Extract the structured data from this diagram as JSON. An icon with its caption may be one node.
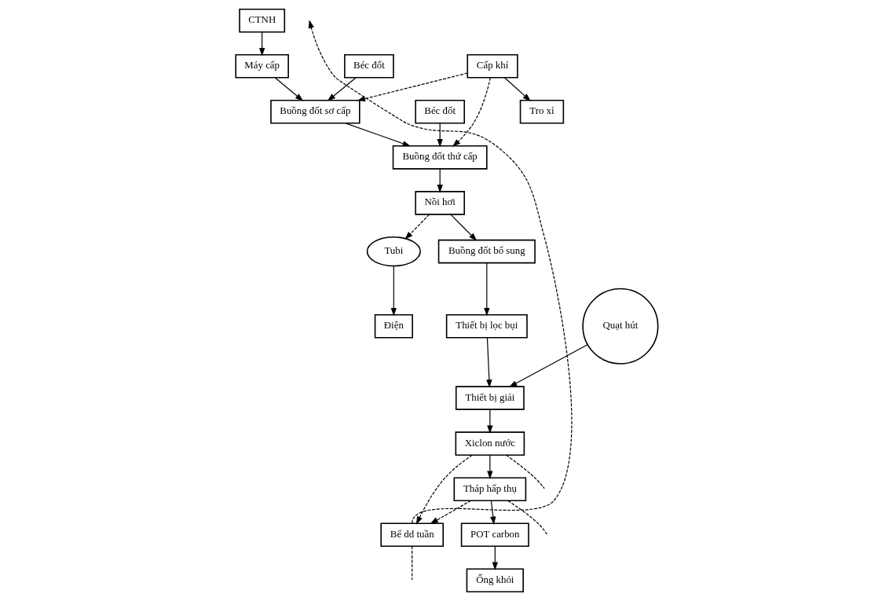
{
  "diagram": {
    "nodes": [
      {
        "text": [
          "CTNH"
        ]
      },
      {
        "text": [
          "Máy cấp"
        ]
      },
      {
        "text": [
          "Béc đốt"
        ]
      },
      {
        "text": [
          "Béc đốt"
        ]
      },
      {
        "text": [
          "Buồng đốt sơ cấp"
        ]
      },
      {
        "text": [
          "Buồng đốt thứ cấp"
        ]
      },
      {
        "text": [
          "Tubi"
        ]
      },
      {
        "text": [
          "Điện"
        ]
      },
      {
        "text": [
          "Nồi hơi"
        ]
      },
      {
        "text": [
          "Cấp khí"
        ]
      },
      {
        "text": [
          "Tro xỉ"
        ]
      },
      {
        "text": [
          "Buồng đốt bổ sung"
        ]
      },
      {
        "text": [
          "Bể dd tuần"
        ]
      },
      {
        "text": [
          "Thiết bị lọc bụi"
        ]
      },
      {
        "text": [
          "Ống khói"
        ]
      },
      {
        "text": [
          "POT carbon"
        ]
      },
      {
        "text": [
          "Tháp hấp thụ"
        ]
      },
      {
        "text": [
          "Xiclon nước"
        ]
      },
      {
        "text": [
          "Thiết bị giải"
        ]
      },
      {
        "text": [
          "Quạt hút"
        ]
      }
    ],
    "edges": [
      {
        "from": 0,
        "to": 1,
        "arrow": "to"
      },
      {
        "from": 1,
        "to": 4,
        "arrow": "to"
      },
      {
        "from": 2,
        "to": 4,
        "arrow": "to"
      },
      {
        "from": 3,
        "to": 5,
        "arrow": "to"
      },
      {
        "from": 4,
        "to": 5,
        "arrow": "to"
      },
      {
        "from": 5,
        "to": 8,
        "arrow": "to"
      },
      {
        "from": 6,
        "to": 7,
        "arrow": "to"
      },
      {
        "from": 8,
        "to": 6,
        "arrow": "to",
        "style": "dashed"
      },
      {
        "from": 9,
        "to": 4,
        "arrow": "to",
        "style": "dashed"
      },
      {
        "from": 9,
        "to": 5,
        "arrow": "to",
        "style": "dashed"
      },
      {
        "from": 9,
        "to": 10,
        "arrow": "to"
      },
      {
        "from": 8,
        "to": 11,
        "arrow": "to"
      },
      {
        "from": 11,
        "to": 13,
        "arrow": "to"
      },
      {
        "from": 13,
        "to": 18,
        "arrow": "to"
      },
      {
        "from": 19,
        "to": 18,
        "arrow": "to"
      },
      {
        "from": 18,
        "to": 17,
        "arrow": "to"
      },
      {
        "from": 17,
        "to": 16,
        "arrow": "to"
      },
      {
        "from": 16,
        "to": 15,
        "arrow": "to"
      },
      {
        "from": 15,
        "to": 14,
        "arrow": "to"
      },
      {
        "from": 16,
        "to": 12,
        "arrow": "to",
        "style": "dashed"
      },
      {
        "from": 17,
        "to": 12,
        "arrow": "to",
        "style": "dashed"
      },
      {
        "from": 12,
        "to": null,
        "arrow": "to",
        "style": "dashed"
      },
      {
        "from": 12,
        "to": null,
        "arrow": "none",
        "style": "dashed"
      },
      {
        "from": 16,
        "to": null,
        "arrow": "none",
        "style": "dashed"
      },
      {
        "from": 17,
        "to": null,
        "arrow": "none",
        "style": "dashed"
      }
    ]
  }
}
